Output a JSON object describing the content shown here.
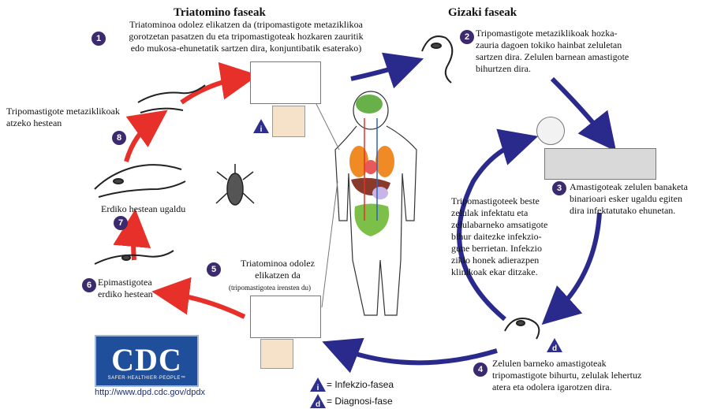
{
  "headings": {
    "vector": "Triatomino faseak",
    "host": "Gizaki faseak"
  },
  "steps": {
    "s1": {
      "num": "1",
      "text": "Triatominoa odolez elikatzen da (tripomastigote metaziklikoa\ngorotzetan pasatzen du eta tripomastigoteak hozkaren zauritik\nedo mukosa-ehunetatik sartzen dira, konjuntibatik esaterako)"
    },
    "s2": {
      "num": "2",
      "text": "Tripomastigote metaziklikoak hozka-\nzauria dagoen tokiko hainbat zeluletan\nsartzen dira. Zelulen barnean amastigote\nbihurtzen dira."
    },
    "s3": {
      "num": "3",
      "text": "Amastigoteak zelulen banaketa\nbinarioari esker ugaldu egiten\ndira infektatutako ehunetan."
    },
    "s4": {
      "num": "4",
      "text": "Zelulen barneko amastigoteak\ntripomastigote bihurtu, zelulak lehertuz\natera eta odolera igarotzen dira."
    },
    "s5": {
      "num": "5",
      "text": "Triatominoa odolez\nelikatzen da",
      "sub": "(tripomastigotea irensten du)"
    },
    "s6": {
      "num": "6",
      "text": "Epimastigotea\nerdiko hestean"
    },
    "s7": {
      "num": "7",
      "text": "Erdiko hestean ugaldu"
    },
    "s8": {
      "num": "8",
      "text": "Tripomastigote metaziklikoak\natzeko hestean"
    }
  },
  "center_note": "Tripomastigoteek beste\nzelulak infektatu eta\nzelulabarneko amsatigote\nbihur daitezke infekzio-\ngune berrietan. Infekzio\nziklo honek adierazpen\nklinikoak ekar ditzake.",
  "legend": {
    "i_symbol": "i",
    "i_label": "= Infekzio-fasea",
    "d_symbol": "d",
    "d_label": "= Diagnosi-fase"
  },
  "cdc": {
    "letters": "CDC",
    "tagline": "SAFER·HEALTHIER·PEOPLE™",
    "url": "http://www.dpd.cdc.gov/dpdx"
  },
  "colors": {
    "vector_arrow": "#e8302a",
    "host_arrow": "#2a2a8c",
    "step_badge": "#3b2a6e",
    "cdc_blue": "#1f4f9a"
  }
}
